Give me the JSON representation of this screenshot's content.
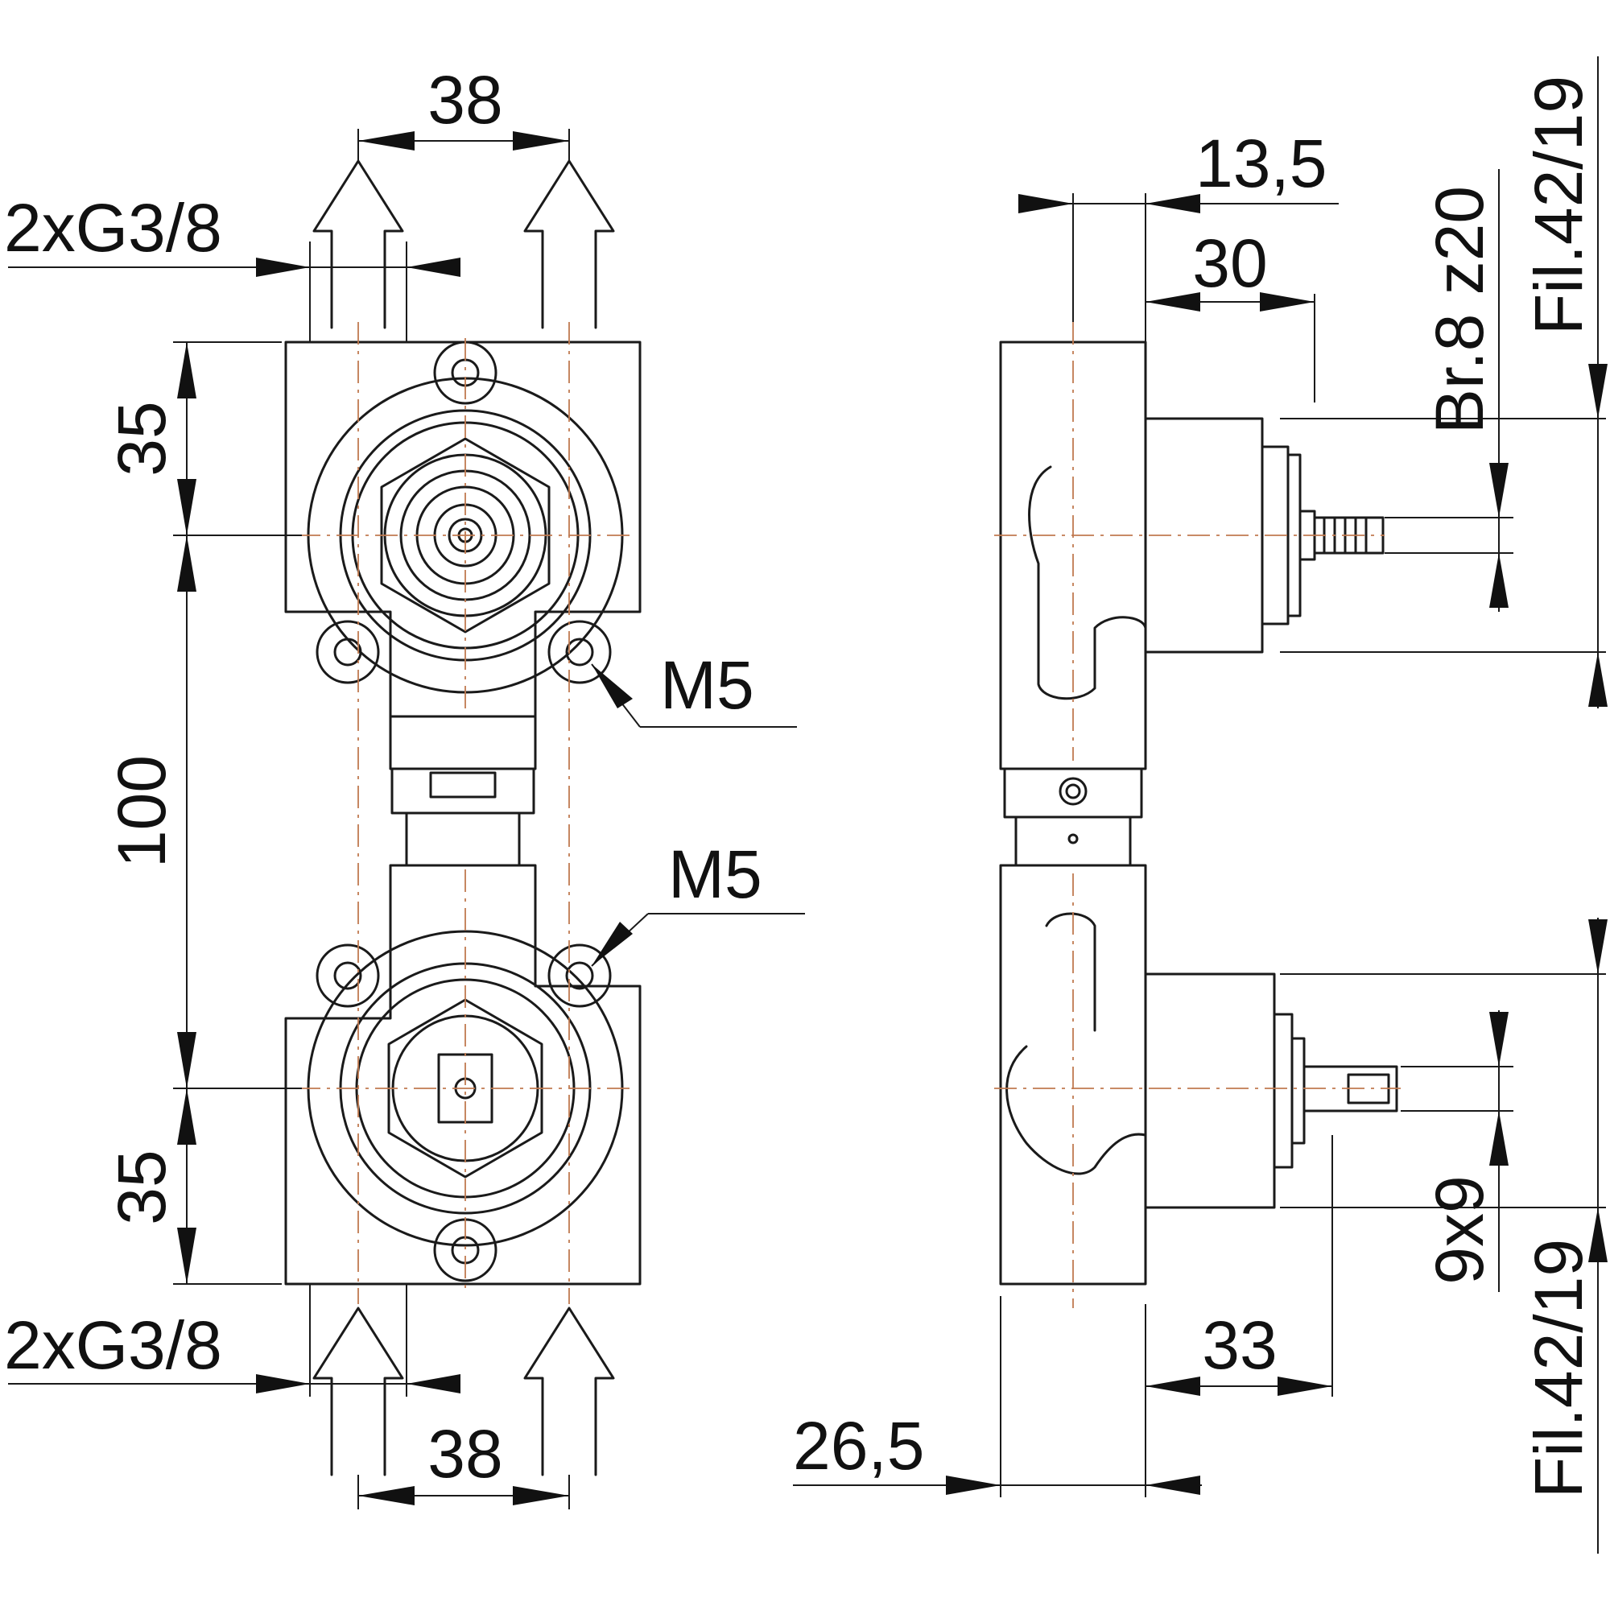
{
  "dimensions": {
    "front_top_width": "38",
    "front_bottom_width": "38",
    "top_thread": "2xG3/8",
    "bottom_thread": "2xG3/8",
    "front_top_height": "35",
    "front_center_distance": "100",
    "front_bottom_height": "35",
    "screw_top": "M5",
    "screw_bottom": "M5",
    "side_offset_top": "13,5",
    "side_depth_upper": "30",
    "side_depth_lower": "33",
    "side_base": "26,5",
    "spline": "Br.8 z20",
    "thread_upper": "Fil.42/19",
    "thread_lower": "Fil.42/19",
    "square_stem": "9x9"
  }
}
